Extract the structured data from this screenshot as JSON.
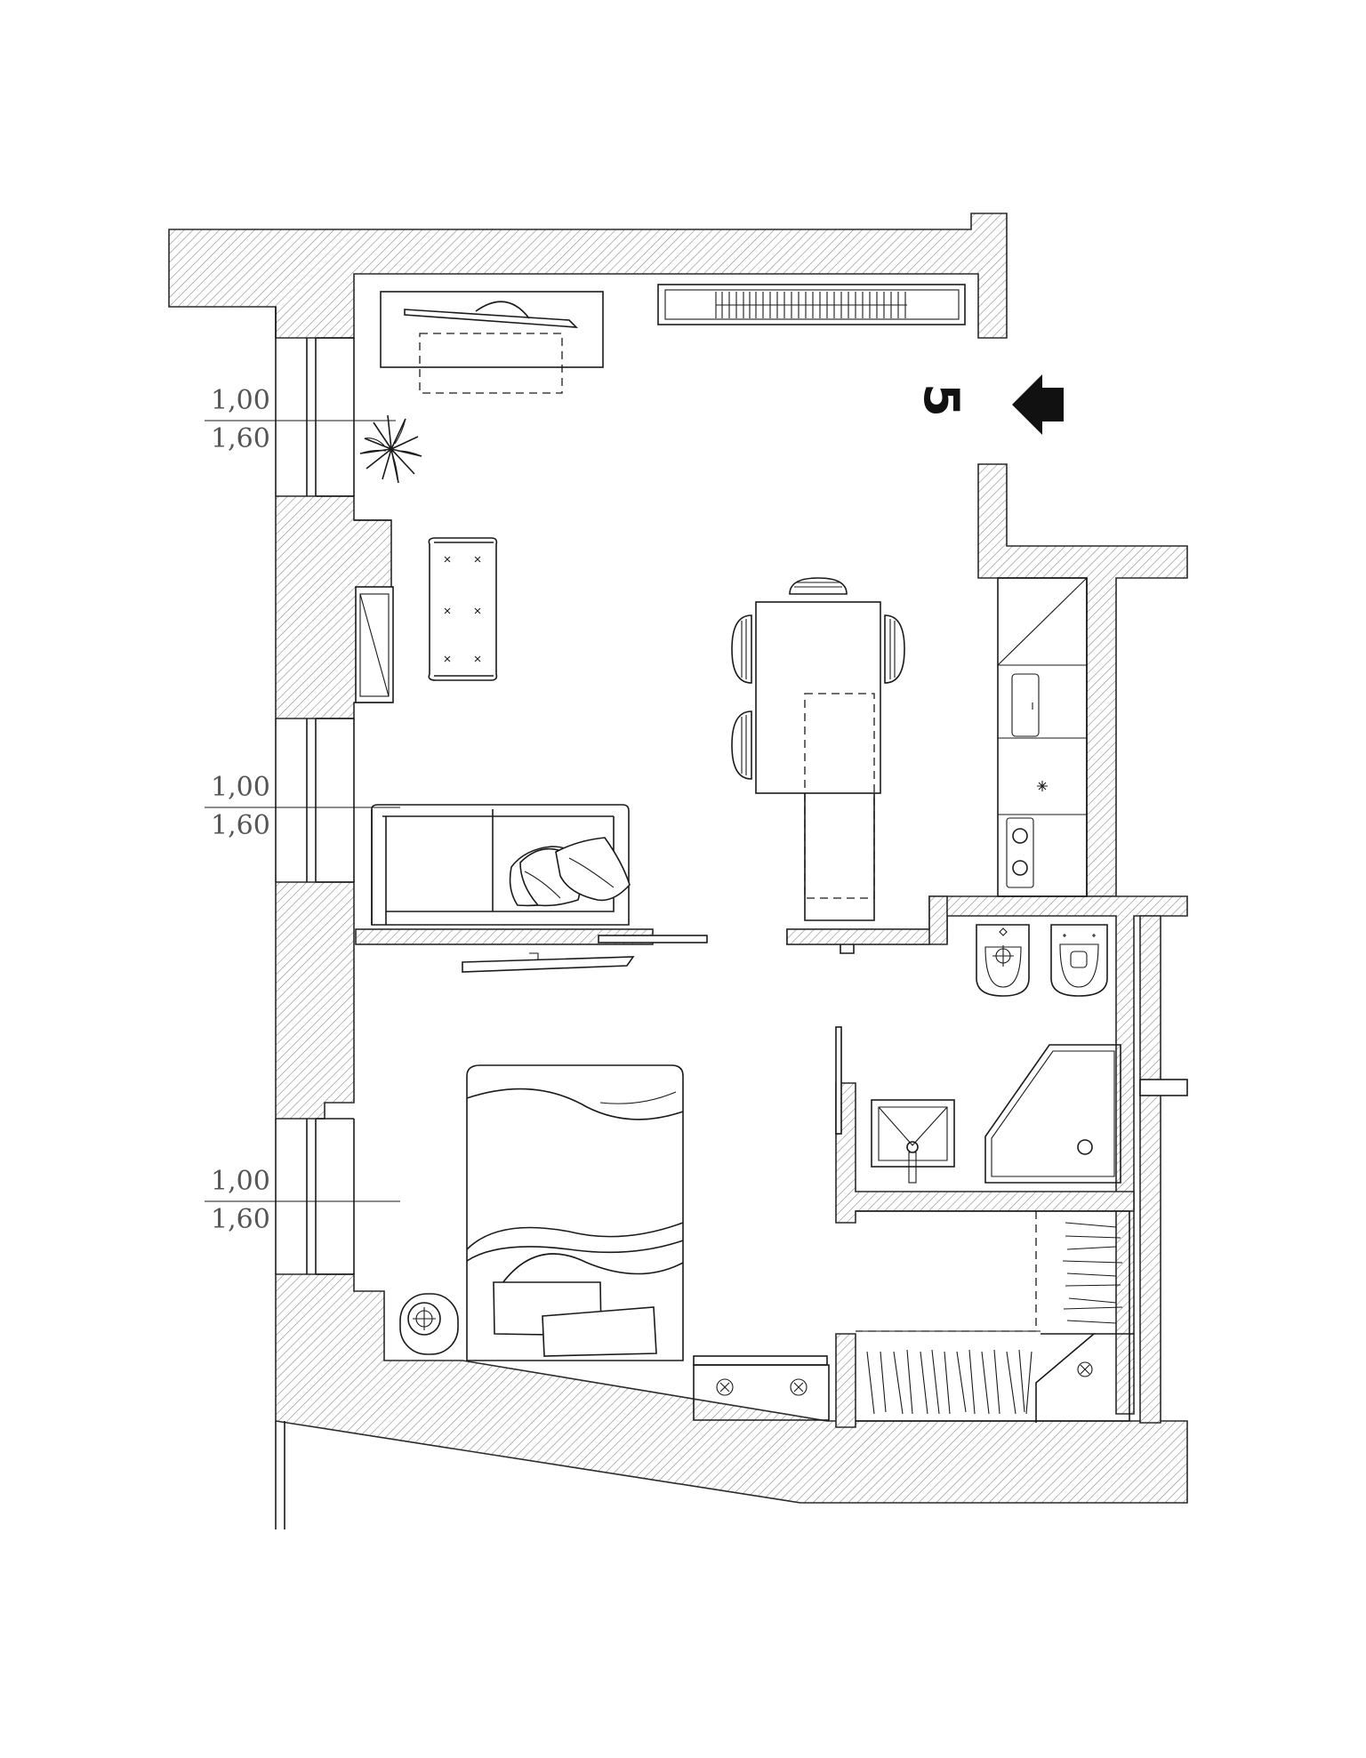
{
  "entrance": {
    "number": "5"
  },
  "windows": [
    {
      "id": "window-top",
      "sill_height": "1,00",
      "top_height": "1,60"
    },
    {
      "id": "window-middle",
      "sill_height": "1,00",
      "top_height": "1,60"
    },
    {
      "id": "window-bottom",
      "sill_height": "1,00",
      "top_height": "1,60"
    }
  ],
  "colors": {
    "line": "#1a1a1a",
    "dimension_text": "#555555",
    "background": "#ffffff"
  },
  "icons": {
    "entrance": "arrow-left-icon",
    "plant": "plant-icon",
    "floor_lamp": "lamp-icon"
  }
}
